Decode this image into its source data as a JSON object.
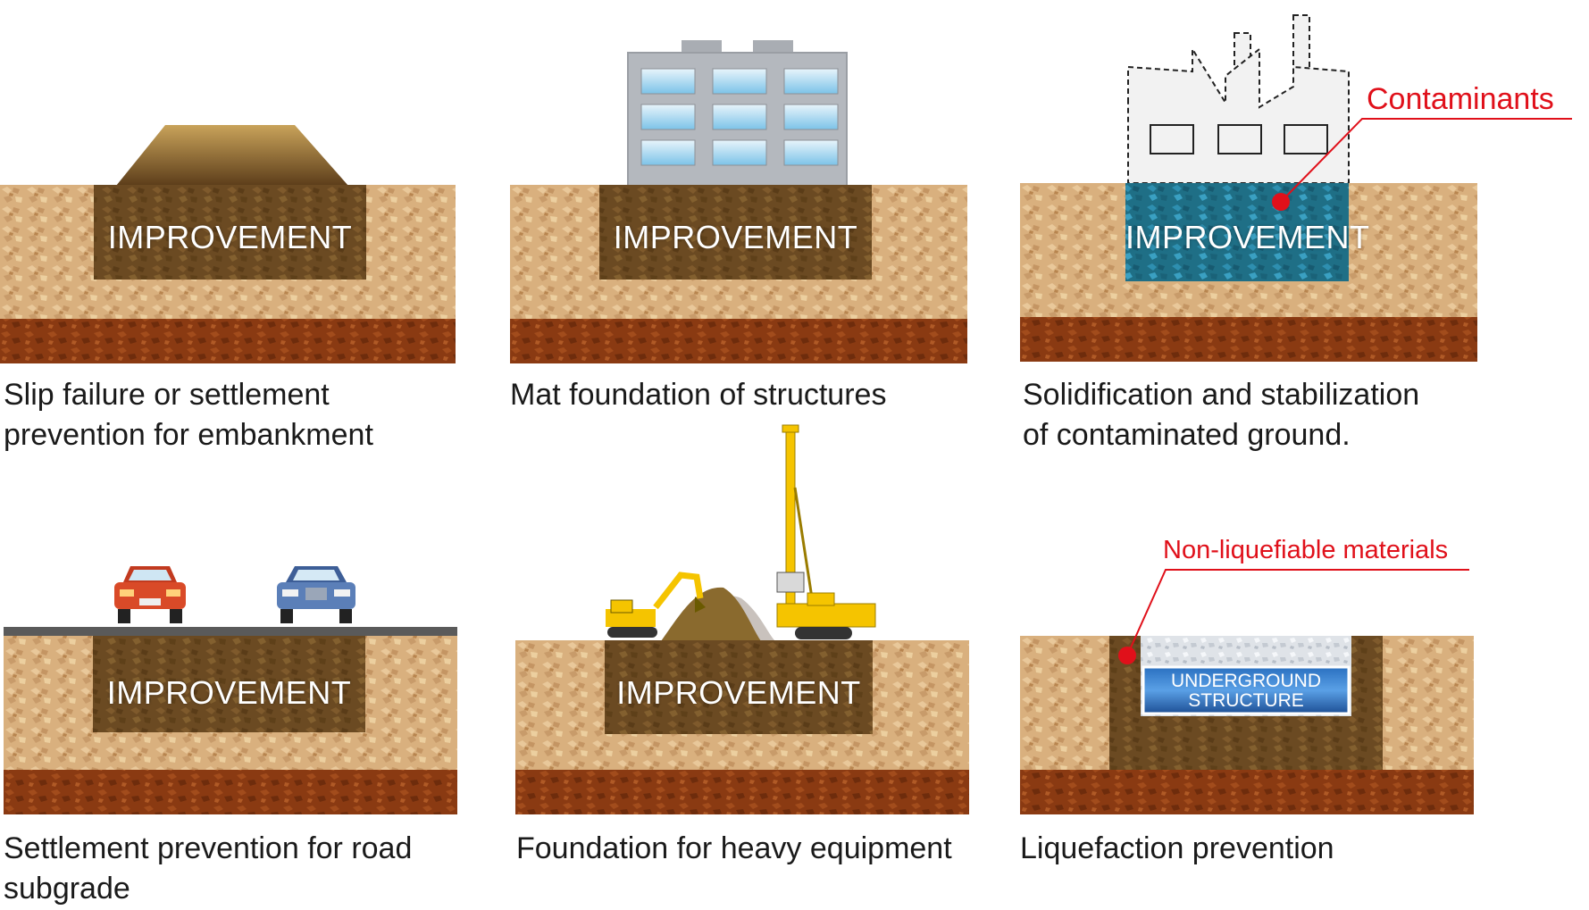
{
  "zone_label": "IMPROVEMENT",
  "colors": {
    "soil": "#d9b07e",
    "improvement_zone": "#6b4a22",
    "bedrock": "#8a3a12",
    "callout_red": "#e0101a",
    "road": "#5a5a5a",
    "crane_yellow": "#f5c400"
  },
  "panels": [
    {
      "id": "embankment",
      "caption_lines": [
        "Slip failure or settlement",
        "prevention for embankment"
      ]
    },
    {
      "id": "mat-foundation",
      "caption_lines": [
        "Mat foundation of structures"
      ]
    },
    {
      "id": "contaminated",
      "caption_lines": [
        "Solidification and stabilization",
        "of contaminated ground."
      ],
      "callout": "Contaminants"
    },
    {
      "id": "road-subgrade",
      "caption_lines": [
        "Settlement prevention for road",
        "subgrade"
      ]
    },
    {
      "id": "heavy-equipment",
      "caption_lines": [
        "Foundation for heavy equipment"
      ]
    },
    {
      "id": "liquefaction",
      "caption_lines": [
        "Liquefaction prevention"
      ],
      "callout": "Non-liquefiable materials",
      "structure_lines": [
        "UNDERGROUND",
        "STRUCTURE"
      ]
    }
  ],
  "icons": [
    "embankment-icon",
    "building-icon",
    "factory-icon",
    "car-icon",
    "excavator-icon",
    "pile-driver-icon"
  ]
}
